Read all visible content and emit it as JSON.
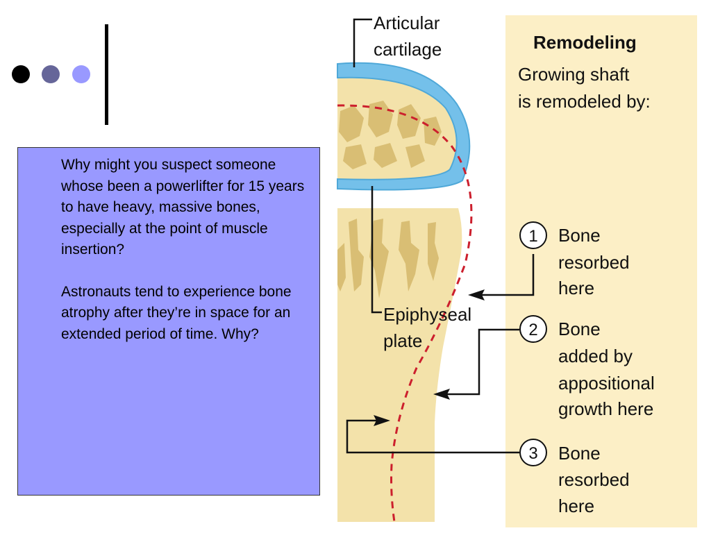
{
  "slide": {
    "bullets": [
      {
        "name": "bullet-dot-black",
        "color": "#000000"
      },
      {
        "name": "bullet-dot-slate",
        "color": "#666699"
      },
      {
        "name": "bullet-dot-periwinkle",
        "color": "#9999ff"
      }
    ],
    "question_box": {
      "paragraph_1": "Why might you suspect someone whose been a powerlifter for 15 years to have heavy, massive bones, especially at the point of muscle insertion?",
      "paragraph_2": "Astronauts tend to experience bone atrophy after they’re in space for an extended period of time.  Why?",
      "background": "#9999ff"
    }
  },
  "figure": {
    "label_articular_1": "Articular",
    "label_articular_2": "cartilage",
    "label_epiphyseal_1": "Epiphyseal",
    "label_epiphyseal_2": "plate",
    "panel_title": "Remodeling",
    "panel_subtitle_1": "Growing shaft",
    "panel_subtitle_2": "is remodeled by:",
    "steps": [
      {
        "number": "1",
        "line1": "Bone",
        "line2": "resorbed",
        "line3": "here"
      },
      {
        "number": "2",
        "line1": "Bone",
        "line2": "added by",
        "line3": "appositional",
        "line4": "growth here"
      },
      {
        "number": "3",
        "line1": "Bone",
        "line2": "resorbed",
        "line3": "here"
      }
    ],
    "colors": {
      "panel": "#fcefc6",
      "bone": "#f3e2aa",
      "bone_dark": "#d9be74",
      "cartilage": "#74c0ea",
      "remodel_line": "#cc1f2d"
    }
  }
}
